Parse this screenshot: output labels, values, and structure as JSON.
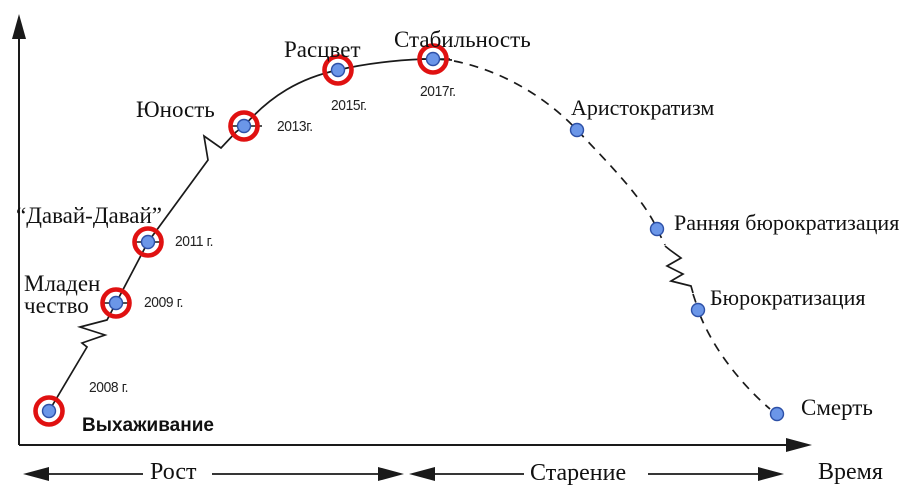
{
  "diagram": {
    "stages": [
      {
        "label": "Выхаживание",
        "year": "2008 г.",
        "highlighted": true
      },
      {
        "label": "Младенчество",
        "label_lines": [
          "Младен",
          "чество"
        ],
        "year": "2009 г.",
        "highlighted": true
      },
      {
        "label": "“Давай-Давай”",
        "year": "2011 г.",
        "highlighted": true
      },
      {
        "label": "Юность",
        "year": "2013г.",
        "highlighted": true
      },
      {
        "label": "Расцвет",
        "year": "2015г.",
        "highlighted": true
      },
      {
        "label": "Стабильность",
        "year": "2017г.",
        "highlighted": true
      },
      {
        "label": "Аристократизм",
        "highlighted": false
      },
      {
        "label": "Ранняя бюрократизация",
        "highlighted": false
      },
      {
        "label": "Бюрократизация",
        "highlighted": false
      },
      {
        "label": "Смерть",
        "highlighted": false
      }
    ],
    "phases": {
      "growth_label": "Рост",
      "aging_label": "Старение"
    },
    "time_axis_label": "Время",
    "colors": {
      "line": "#1a1a1a",
      "point_fill": "#6b96e8",
      "point_stroke": "#2d50a7",
      "ring": "#e01111"
    }
  }
}
